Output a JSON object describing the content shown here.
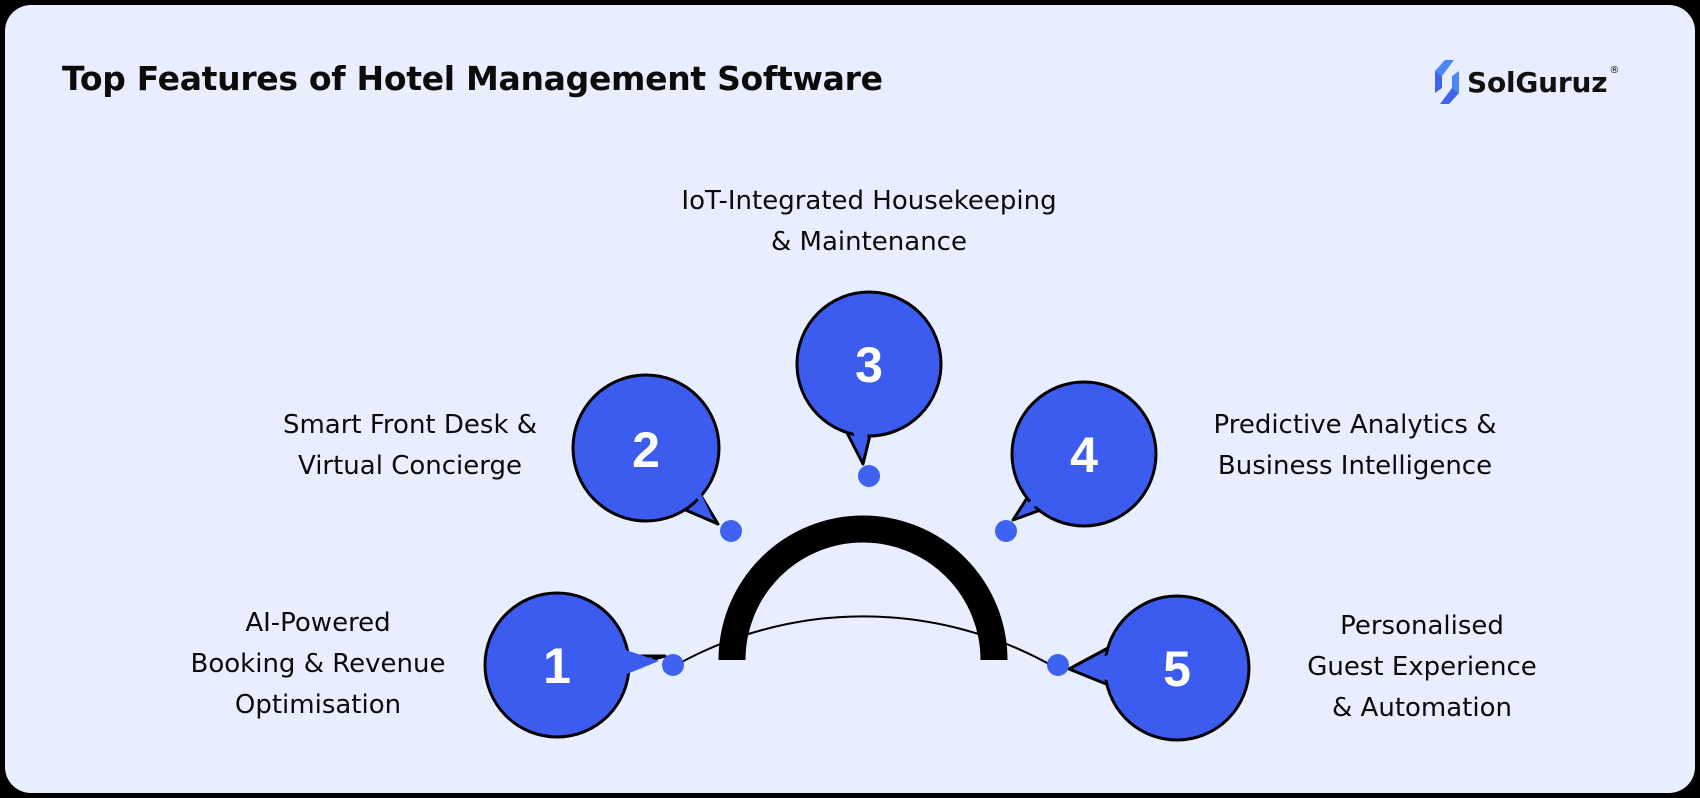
{
  "title": "Top Features of Hotel Management Software",
  "brand": {
    "name": "SolGuruz",
    "registered_mark": "®",
    "colors": {
      "primary": "#3E63F0",
      "secondary": "#4C86F7",
      "text": "#111111"
    }
  },
  "colors": {
    "background": "#E8EEFD",
    "frame": "#000000",
    "bubble_fill": "#3C5CF0",
    "bubble_outline": "#000000",
    "connector_dot": "#3E63F0",
    "arc_line": "#000000",
    "inner_arc": "#000000",
    "text": "#0B0B0B",
    "number": "#FFFFFF"
  },
  "features": [
    {
      "number": "1",
      "lines": [
        "AI-Powered",
        "Booking & Revenue",
        "Optimisation"
      ]
    },
    {
      "number": "2",
      "lines": [
        "Smart Front Desk &",
        "Virtual Concierge"
      ]
    },
    {
      "number": "3",
      "lines": [
        "IoT-Integrated Housekeeping",
        "& Maintenance"
      ]
    },
    {
      "number": "4",
      "lines": [
        "Predictive Analytics &",
        "Business Intelligence"
      ]
    },
    {
      "number": "5",
      "lines": [
        "Personalised",
        "Guest Experience",
        "& Automation"
      ]
    }
  ]
}
